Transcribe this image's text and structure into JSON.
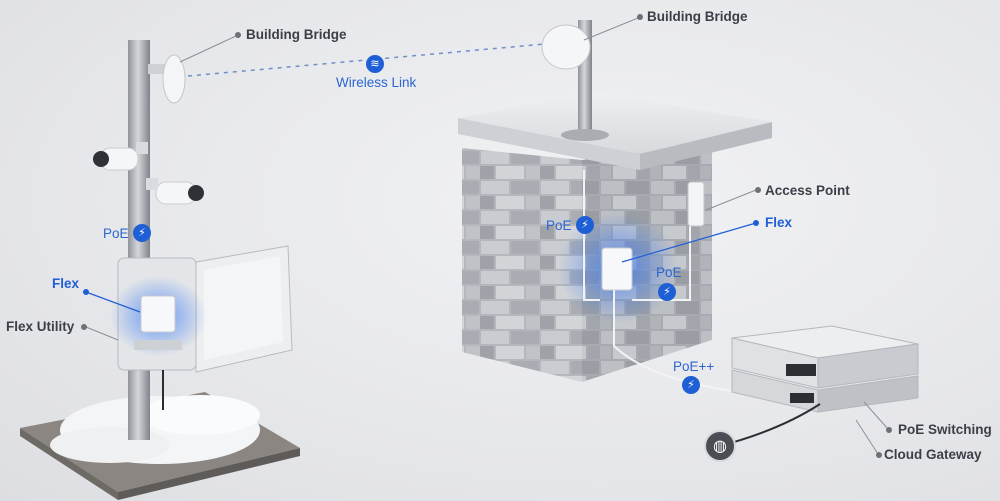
{
  "labels": {
    "building_bridge_left": "Building Bridge",
    "building_bridge_right": "Building Bridge",
    "wireless_link": "Wireless Link",
    "poe_left": "PoE",
    "flex_left": "Flex",
    "flex_utility": "Flex Utility",
    "access_point": "Access Point",
    "flex_right": "Flex",
    "poe_right_top": "PoE",
    "poe_right_mid": "PoE",
    "poe_plus_plus": "PoE++",
    "poe_switching": "PoE Switching",
    "cloud_gateway": "Cloud Gateway"
  },
  "icons": {
    "bolt": "lightning-icon",
    "wireless": "wireless-icon",
    "internet": "globe-icon"
  },
  "colors": {
    "accent": "#1f5fd6",
    "label_text": "#3b3f47",
    "background": "#e9eaec"
  }
}
